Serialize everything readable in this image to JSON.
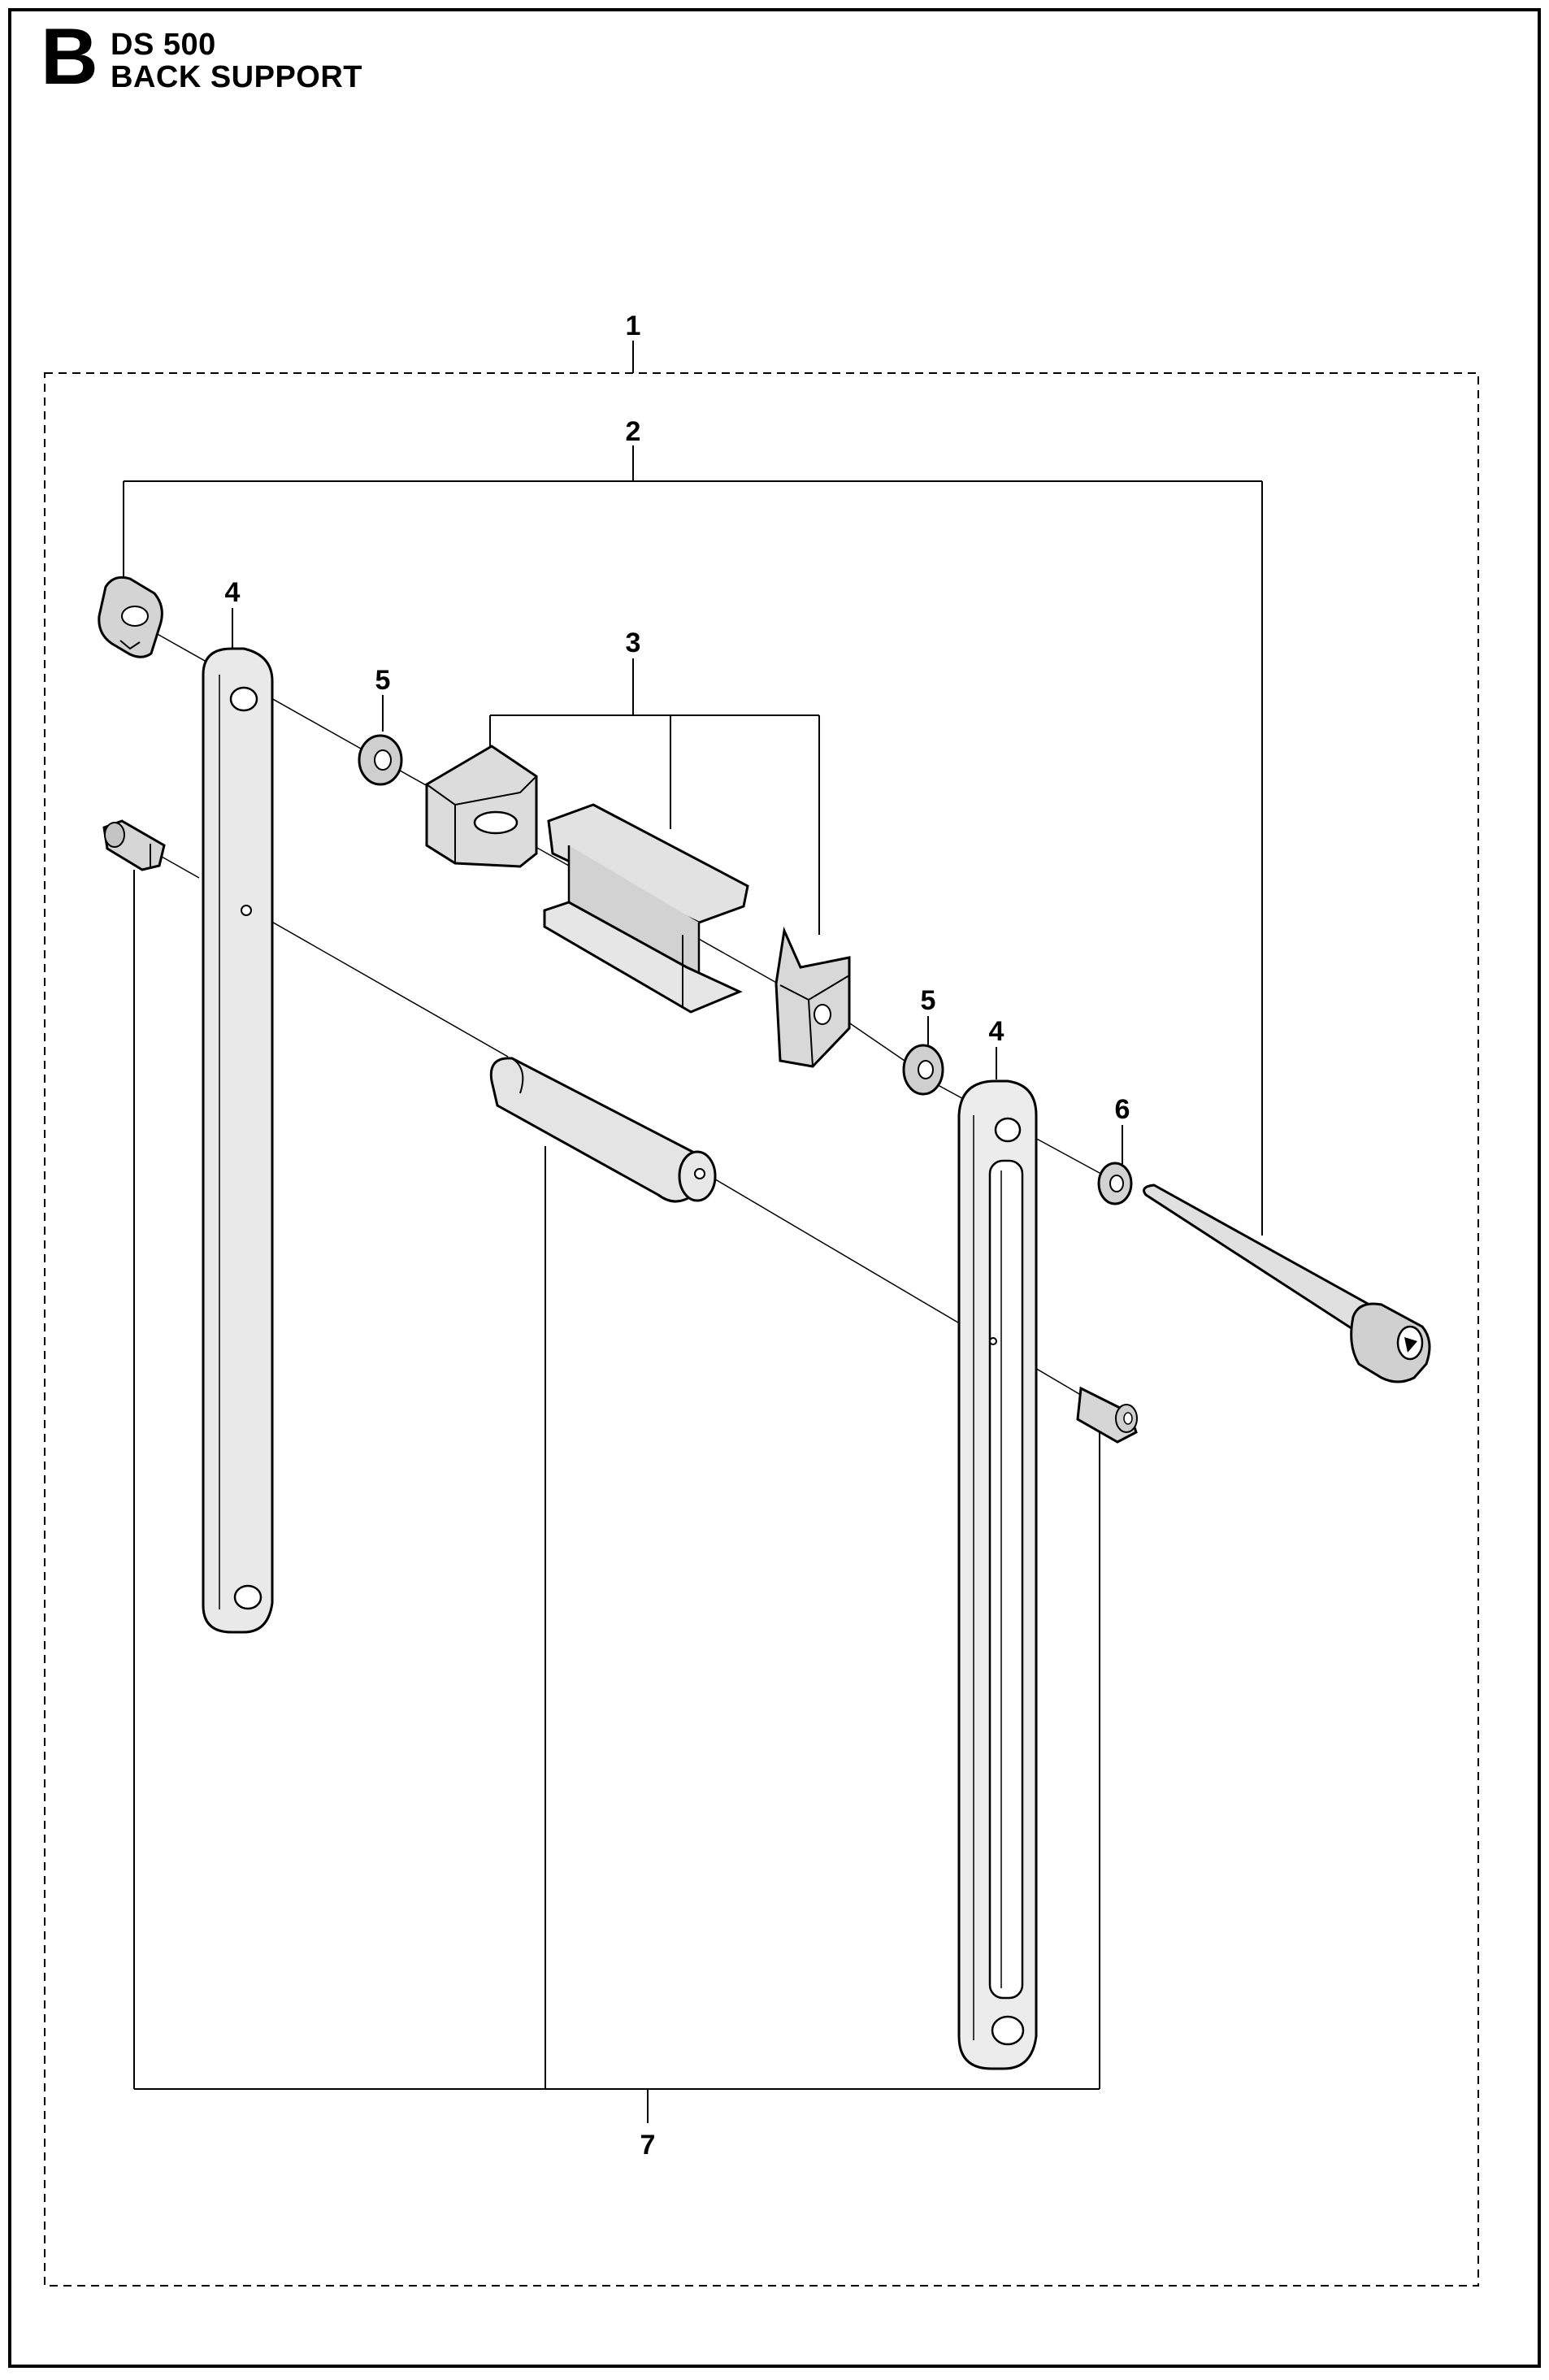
{
  "header": {
    "section_letter": "B",
    "model": "DS 500",
    "title": "BACK SUPPORT"
  },
  "callouts": {
    "c1": "1",
    "c2": "2",
    "c3": "3",
    "c4a": "4",
    "c4b": "4",
    "c5a": "5",
    "c5b": "5",
    "c6": "6",
    "c7": "7"
  }
}
